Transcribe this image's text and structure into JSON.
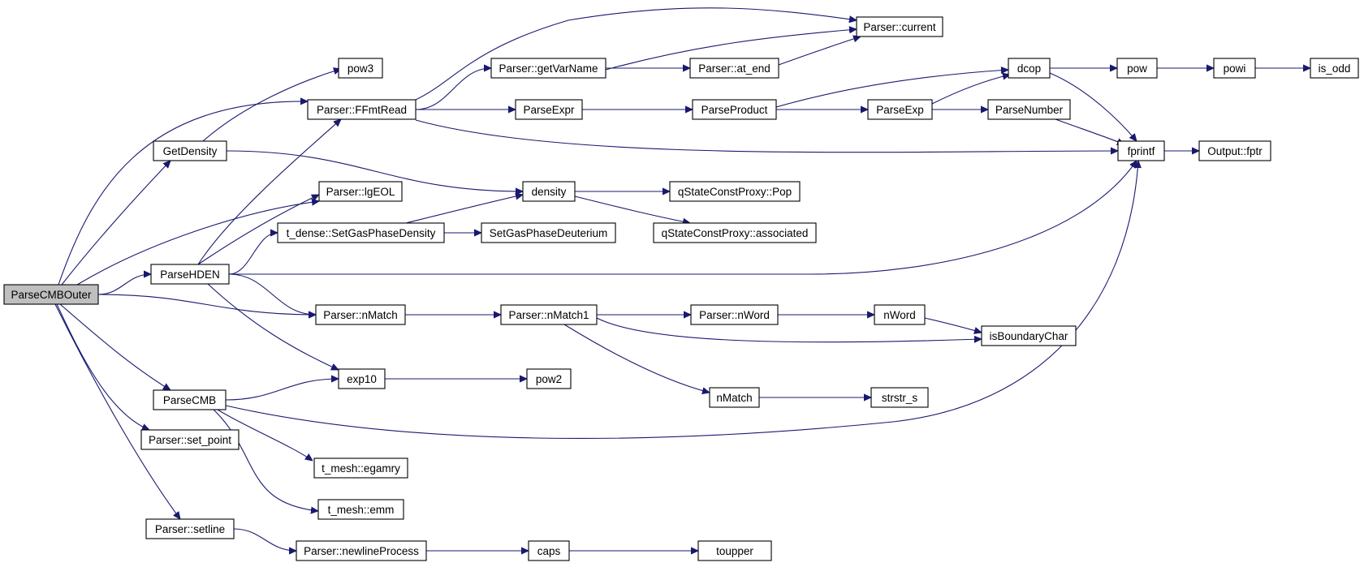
{
  "nodes": {
    "ParseCMBOuter": "ParseCMBOuter",
    "pow3": "pow3",
    "FFmtRead": "Parser::FFmtRead",
    "GetDensity": "GetDensity",
    "lgEOL": "Parser::lgEOL",
    "SetGasPhaseDensity": "t_dense::SetGasPhaseDensity",
    "ParseHDEN": "ParseHDEN",
    "nMatch": "Parser::nMatch",
    "exp10": "exp10",
    "ParseCMB": "ParseCMB",
    "set_point": "Parser::set_point",
    "egamry": "t_mesh::egamry",
    "emm": "t_mesh::emm",
    "setline": "Parser::setline",
    "newlineProcess": "Parser::newlineProcess",
    "getVarName": "Parser::getVarName",
    "ParseExpr": "ParseExpr",
    "density": "density",
    "SetGasPhaseDeuterium": "SetGasPhaseDeuterium",
    "nMatch1": "Parser::nMatch1",
    "pow2": "pow2",
    "caps": "caps",
    "current": "Parser::current",
    "at_end": "Parser::at_end",
    "ParseProduct": "ParseProduct",
    "Pop": "qStateConstProxy::Pop",
    "associated": "qStateConstProxy::associated",
    "nWord_parser": "Parser::nWord",
    "nMatch_free": "nMatch",
    "toupper": "toupper",
    "ParseExp": "ParseExp",
    "nWord": "nWord",
    "strstr_s": "strstr_s",
    "dcop": "dcop",
    "ParseNumber": "ParseNumber",
    "isBoundaryChar": "isBoundaryChar",
    "fprintf": "fprintf",
    "pow": "pow",
    "powi": "powi",
    "Output_fptr": "Output::fptr",
    "is_odd": "is_odd"
  },
  "edges": [
    [
      "ParseCMBOuter",
      "FFmtRead"
    ],
    [
      "ParseCMBOuter",
      "GetDensity"
    ],
    [
      "ParseCMBOuter",
      "lgEOL"
    ],
    [
      "ParseCMBOuter",
      "ParseHDEN"
    ],
    [
      "ParseCMBOuter",
      "nMatch"
    ],
    [
      "ParseCMBOuter",
      "ParseCMB"
    ],
    [
      "ParseCMBOuter",
      "set_point"
    ],
    [
      "ParseCMBOuter",
      "setline"
    ],
    [
      "GetDensity",
      "pow3"
    ],
    [
      "GetDensity",
      "density"
    ],
    [
      "ParseHDEN",
      "FFmtRead"
    ],
    [
      "ParseHDEN",
      "lgEOL"
    ],
    [
      "ParseHDEN",
      "SetGasPhaseDensity"
    ],
    [
      "ParseHDEN",
      "nMatch"
    ],
    [
      "ParseHDEN",
      "exp10"
    ],
    [
      "ParseHDEN",
      "fprintf"
    ],
    [
      "ParseCMB",
      "exp10"
    ],
    [
      "ParseCMB",
      "egamry"
    ],
    [
      "ParseCMB",
      "emm"
    ],
    [
      "ParseCMB",
      "fprintf"
    ],
    [
      "FFmtRead",
      "current"
    ],
    [
      "FFmtRead",
      "getVarName"
    ],
    [
      "FFmtRead",
      "ParseExpr"
    ],
    [
      "FFmtRead",
      "fprintf"
    ],
    [
      "getVarName",
      "current"
    ],
    [
      "getVarName",
      "at_end"
    ],
    [
      "at_end",
      "current"
    ],
    [
      "ParseExpr",
      "ParseProduct"
    ],
    [
      "ParseProduct",
      "ParseExp"
    ],
    [
      "ParseProduct",
      "dcop"
    ],
    [
      "ParseExp",
      "dcop"
    ],
    [
      "ParseExp",
      "ParseNumber"
    ],
    [
      "ParseNumber",
      "fprintf"
    ],
    [
      "dcop",
      "pow"
    ],
    [
      "dcop",
      "fprintf"
    ],
    [
      "pow",
      "powi"
    ],
    [
      "powi",
      "is_odd"
    ],
    [
      "fprintf",
      "Output_fptr"
    ],
    [
      "SetGasPhaseDensity",
      "density"
    ],
    [
      "SetGasPhaseDensity",
      "SetGasPhaseDeuterium"
    ],
    [
      "density",
      "Pop"
    ],
    [
      "density",
      "associated"
    ],
    [
      "nMatch",
      "nMatch1"
    ],
    [
      "nMatch1",
      "nWord_parser"
    ],
    [
      "nMatch1",
      "isBoundaryChar"
    ],
    [
      "nMatch1",
      "nMatch_free"
    ],
    [
      "nWord_parser",
      "nWord"
    ],
    [
      "nWord",
      "isBoundaryChar"
    ],
    [
      "nMatch_free",
      "strstr_s"
    ],
    [
      "exp10",
      "pow2"
    ],
    [
      "setline",
      "newlineProcess"
    ],
    [
      "newlineProcess",
      "caps"
    ],
    [
      "caps",
      "toupper"
    ]
  ]
}
